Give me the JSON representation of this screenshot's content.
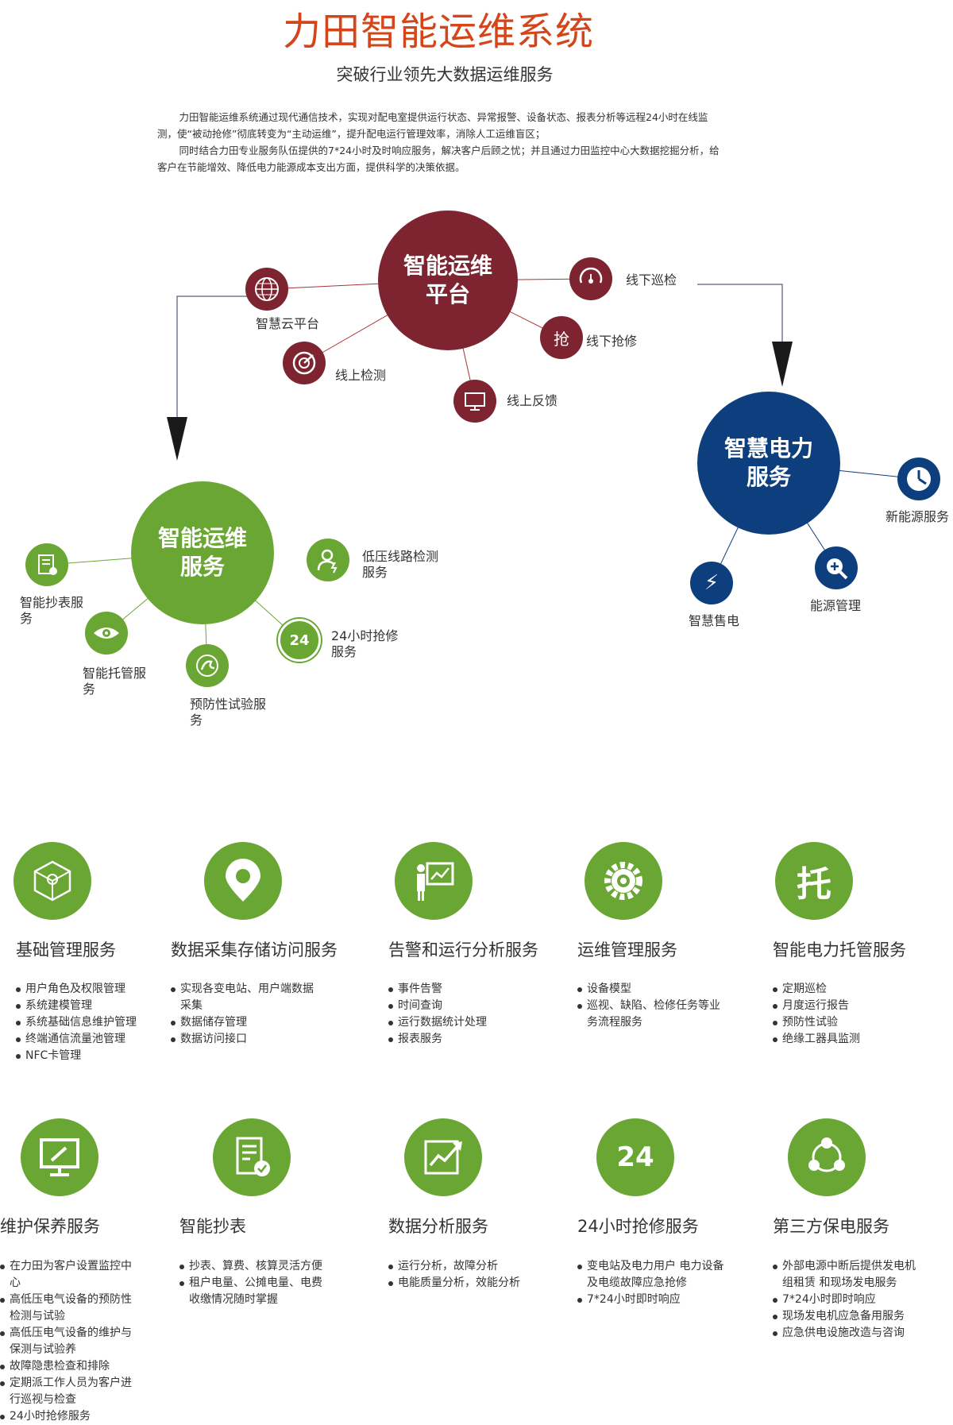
{
  "header": {
    "title": "力田智能运维系统",
    "subtitle": "突破行业领先大数据运维服务",
    "intro": [
      "力田智能运维系统通过现代通信技术，实现对配电室提供运行状态、异常报警、设备状态、报表分析等远程24小时在线监测，使“被动抢修”彻底转变为“主动运维”，提升配电运行管理效率，消除人工运维盲区；",
      "同时结合力田专业服务队伍提供的7*24小时及时响应服务，解决客户后顾之忧；并且通过力田监控中心大数据挖掘分析，给客户在节能增效、降低电力能源成本支出方面，提供科学的决策依据。"
    ]
  },
  "colors": {
    "red": "#7d2430",
    "blue": "#0d3f7f",
    "green": "#6aa633",
    "title": "#d4461a"
  },
  "platform": {
    "center": "智能运维平台",
    "nodes": [
      "智慧云平台",
      "线上检测",
      "线上反馈",
      "线下抢修",
      "线下巡检"
    ]
  },
  "power": {
    "center": "智慧电力服务",
    "nodes": [
      "新能源服务",
      "能源管理",
      "智慧售电"
    ]
  },
  "ops": {
    "center": "智能运维服务",
    "nodes": [
      "智能抄表服务",
      "智能托管服务",
      "预防性试验服务",
      "24小时抢修服务",
      "低压线路检测服务"
    ]
  },
  "services": [
    {
      "icon": "cube-icon",
      "title": "基础管理服务",
      "items": [
        "用户角色及权限管理",
        "系统建模管理",
        "系统基础信息维护管理",
        "终端通信流量池管理",
        "NFC卡管理"
      ]
    },
    {
      "icon": "location-pin-icon",
      "title": "数据采集存储访问服务",
      "items": [
        "实现各变电站、用户端数据采集",
        "数据储存管理",
        "数据访问接口"
      ]
    },
    {
      "icon": "presentation-icon",
      "title": "告警和运行分析服务",
      "items": [
        "事件告警",
        "时间查询",
        "运行数据统计处理",
        "报表服务"
      ]
    },
    {
      "icon": "gear-icon",
      "title": "运维管理服务",
      "items": [
        "设备模型",
        "巡视、缺陷、检修任务等业务流程服务"
      ]
    },
    {
      "icon": "tuo-character-icon",
      "glyph": "托",
      "title": "智能电力托管服务",
      "items": [
        "定期巡检",
        "月度运行报告",
        "预防性试验",
        "绝缘工器具监测"
      ]
    },
    {
      "icon": "monitor-wrench-icon",
      "title": "维护保养服务",
      "items": [
        "在力田为客户设置监控中心",
        "高低压电气设备的预防性检测与试验",
        "高低压电气设备的维护与保测与试验养",
        "故障隐患检查和排除",
        "定期派工作人员为客户进行巡视与检查",
        "24小时抢修服务"
      ]
    },
    {
      "icon": "document-check-icon",
      "title": "智能抄表",
      "items": [
        "抄表、算费、核算灵活方便",
        "租户电量、公摊电量、电费收缴情况随时掌握"
      ]
    },
    {
      "icon": "chart-up-icon",
      "title": "数据分析服务",
      "items": [
        "运行分析，故障分析",
        "电能质量分析，效能分析"
      ]
    },
    {
      "icon": "clock-24-icon",
      "glyph": "24",
      "title": "24小时抢修服务",
      "items": [
        "变电站及电力用户 电力设备及电缆故障应急抢修",
        "7*24小时即时响应"
      ]
    },
    {
      "icon": "share-network-icon",
      "title": "第三方保电服务",
      "items": [
        "外部电源中断后提供发电机组租赁 和现场发电服务",
        "7*24小时即时响应",
        "现场发电机应急备用服务",
        "应急供电设施改造与咨询"
      ]
    }
  ]
}
